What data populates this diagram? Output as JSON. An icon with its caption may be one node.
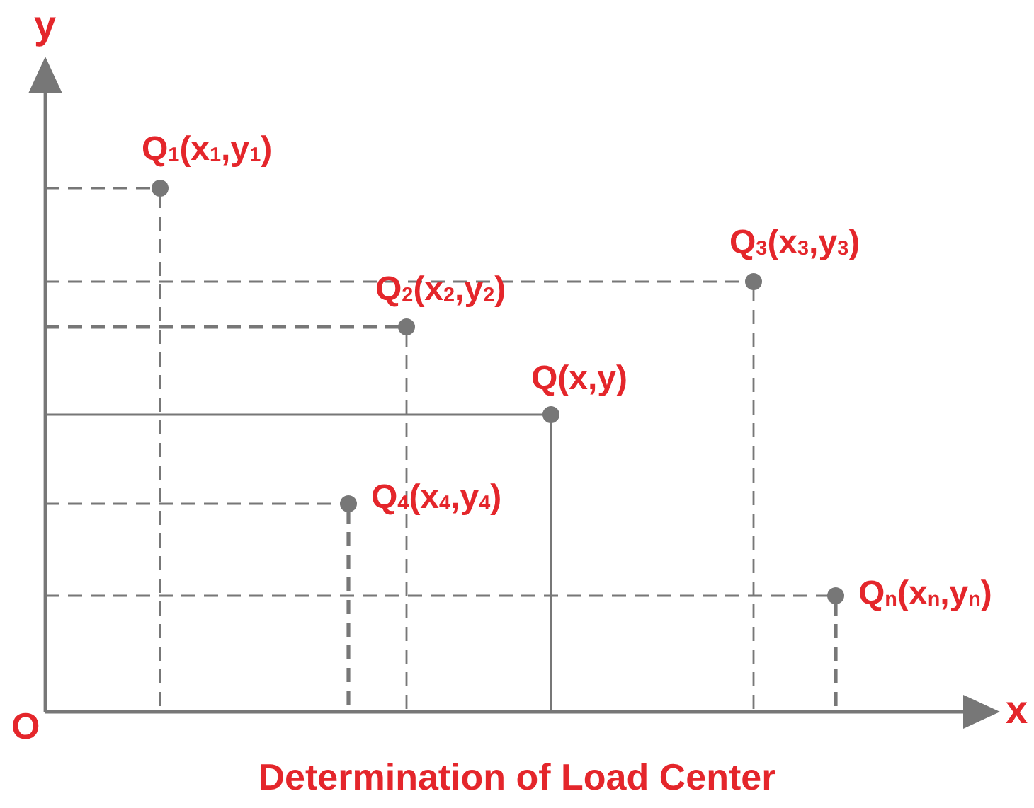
{
  "diagram": {
    "caption": "Determination of Load Center",
    "labels": [
      "y",
      "Q$_{1}$(x$_{1}$,y$_{1}$)",
      "Q$_{3}$(x$_{3}$,y$_{3}$)",
      "Q$_{2}$(x$_{2}$,y$_{2}$)",
      "Q(x,y)",
      "Q$_{4}$(x$_{4}$,y$_{4}$)",
      "Q$_{n}$(x$_{n}$,y$_{n}$)",
      "O",
      "x"
    ]
  }
}
